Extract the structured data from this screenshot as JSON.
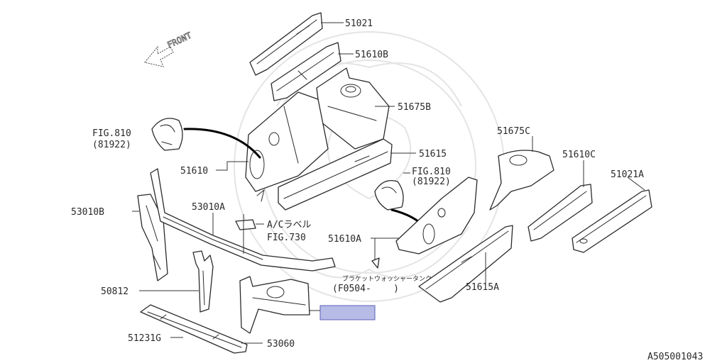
{
  "diagram": {
    "direction_label": "FRONT",
    "diagram_code": "A505001043",
    "part_numbers": {
      "p51021": "51021",
      "p51610B": "51610B",
      "p51675B": "51675B",
      "p51615": "51615",
      "p51610": "51610",
      "p53010B": "53010B",
      "p53010A": "53010A",
      "p50812": "50812",
      "p51231G": "51231G",
      "p53060": "53060",
      "p51610A": "51610A",
      "p51615A": "51615A",
      "p51675C": "51675C",
      "p51610C": "51610C",
      "p51021A": "51021A"
    },
    "figure_refs": {
      "left_fig": "FIG.810",
      "left_code": "(81922)",
      "right_fig": "FIG.810",
      "right_code": "(81922)",
      "ac_label": "A/Cラベル",
      "ac_fig": "FIG.730",
      "bracket_label": "ブラケットウォッシャータンク",
      "bracket_code": "(F0504-    )"
    },
    "colors": {
      "line": "#2a2a2a",
      "highlight": "#b6bce6",
      "highlight_border": "#5a62b8",
      "watermark": "#e4e4e4"
    }
  }
}
